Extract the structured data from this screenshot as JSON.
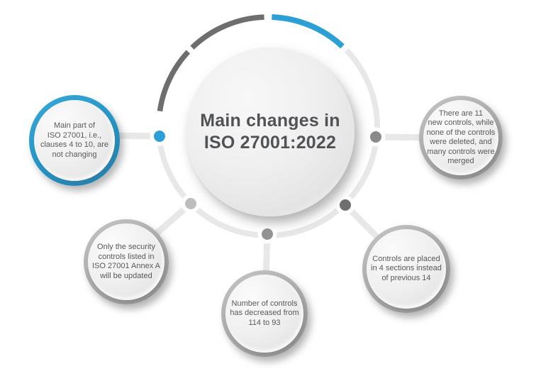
{
  "title": {
    "lines": [
      "Main changes in",
      "ISO 27001:2022"
    ]
  },
  "bubbles": [
    {
      "id": "main-part-not-changing",
      "accent": "blue",
      "lines": [
        "Main part of",
        "ISO 27001, i.e.,",
        "clauses 4 to 10, are",
        "not changing"
      ]
    },
    {
      "id": "new-controls",
      "accent": "gray",
      "lines": [
        "There are 11",
        "new controls, while",
        "none of the controls",
        "were deleted, and",
        "many controls were",
        "merged"
      ]
    },
    {
      "id": "annex-a-update",
      "accent": "gray",
      "lines": [
        "Only the security",
        "controls listed in",
        "ISO 27001 Annex A",
        "will be updated"
      ]
    },
    {
      "id": "controls-decreased",
      "accent": "gray",
      "lines": [
        "Number of controls",
        "has decreased from",
        "114 to 93"
      ]
    },
    {
      "id": "four-sections",
      "accent": "gray",
      "lines": [
        "Controls are placed",
        "in 4 sections instead",
        "of previous 14"
      ]
    }
  ],
  "colors": {
    "accent_blue": "#2b9fd6",
    "arc_dark_gray": "#6e6e6e",
    "ring_light_gray": "#e8e8e8",
    "dot_right": "#8b8b8b",
    "dot_lower_left": "#bdbdbd",
    "dot_lower_right": "#6f6f6f",
    "dot_bottom": "#939393",
    "text_gray": "#58595b"
  }
}
